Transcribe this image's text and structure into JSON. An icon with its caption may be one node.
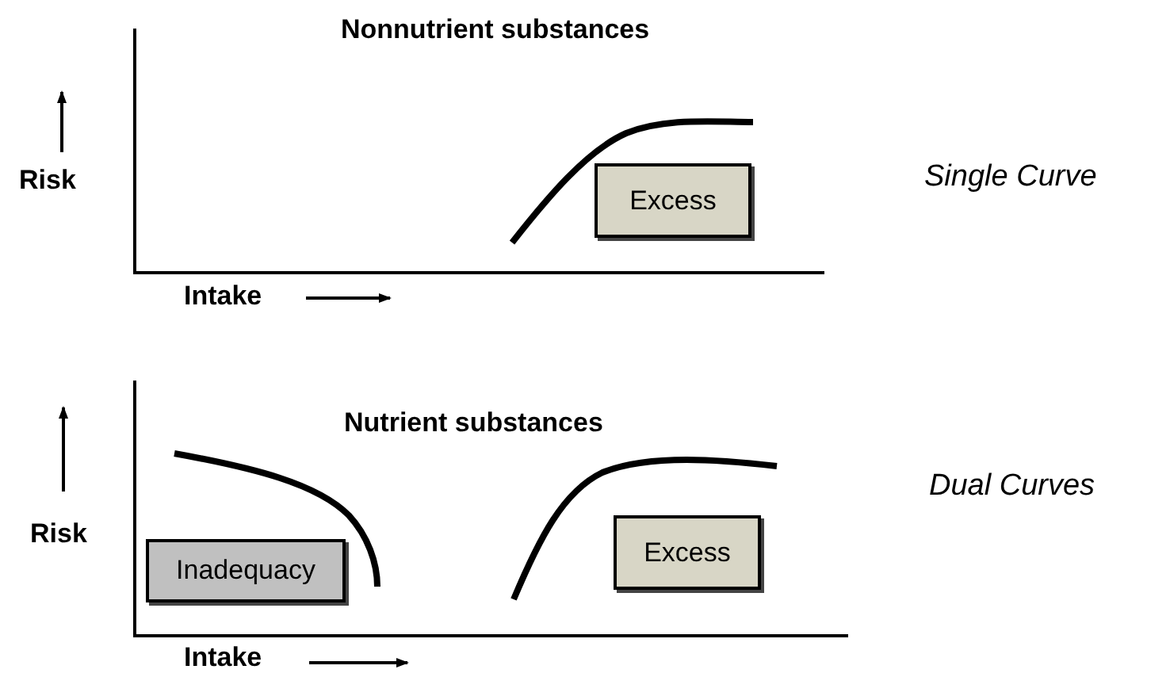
{
  "diagram": {
    "nodes": [
      {
        "text": [
          "Excess"
        ]
      },
      {
        "text": [
          "Inadequacy"
        ]
      },
      {
        "text": [
          "Excess"
        ]
      }
    ],
    "labels": [
      "Nonnutrient substances",
      "Risk",
      "Single Curve",
      "Intake",
      "Nutrient substances",
      "Risk",
      "Dual Curves",
      "Intake"
    ]
  }
}
